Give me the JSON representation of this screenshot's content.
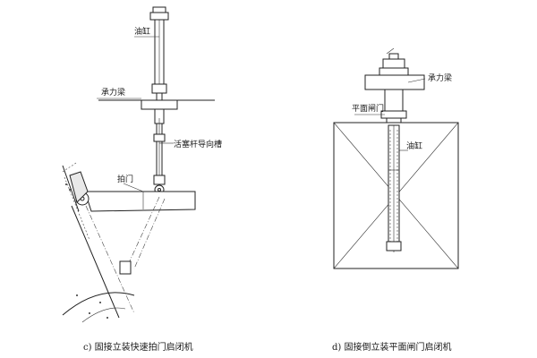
{
  "left_panel": {
    "label_cylinder": "油缸",
    "label_bearing_beam": "承力梁",
    "label_piston_rod_guide": "活塞杆导向槽",
    "label_flap_gate": "拍门",
    "caption": "c) 固接立装快速拍门启闭机"
  },
  "right_panel": {
    "label_bearing_beam": "承力梁",
    "label_flat_gate": "平面闸门",
    "label_cylinder": "油缸",
    "caption": "d) 固接倒立装平面闸门启闭机"
  }
}
